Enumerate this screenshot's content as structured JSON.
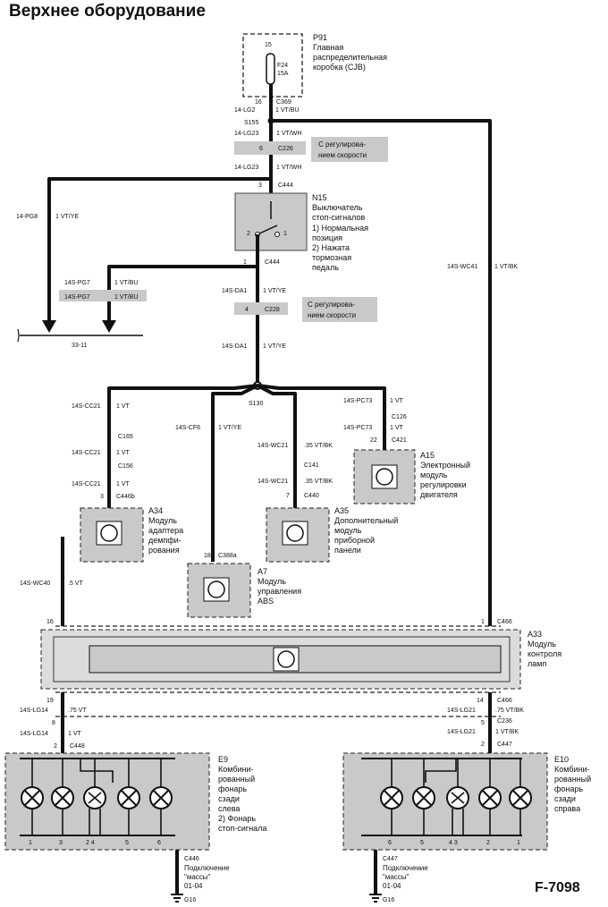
{
  "title": "Верхнее оборудование",
  "figure_id": "F-7098",
  "components": {
    "p91": {
      "ref": "P91",
      "name": [
        "Главная",
        "распределительная",
        "коробка (CJB)"
      ],
      "pin": "15",
      "fuse_id": "F24",
      "fuse_rating": "15A"
    },
    "n15": {
      "ref": "N15",
      "name": [
        "Выключатель",
        "стоп-сигналов"
      ],
      "states": [
        "1)   Нормальная",
        "      позиция",
        "2)   Нажата",
        "      тормозная",
        "      педаль"
      ],
      "pins": [
        "2",
        "1"
      ]
    },
    "a15": {
      "ref": "A15",
      "name": [
        "Электронный",
        "модуль",
        "регулировки",
        "двигателя"
      ]
    },
    "a34": {
      "ref": "A34",
      "name": [
        "Модуль",
        "адаптера",
        "демпфи-",
        "рования"
      ]
    },
    "a35": {
      "ref": "A35",
      "name": [
        "Дополнительный",
        "модуль",
        "приборной",
        "панели"
      ]
    },
    "a7": {
      "ref": "A7",
      "name": [
        "Модуль",
        "управления",
        "ABS"
      ]
    },
    "a33": {
      "ref": "A33",
      "name": [
        "Модуль",
        "контроля",
        "ламп"
      ]
    },
    "e9": {
      "ref": "E9",
      "name": [
        "Комбини-",
        "рованный",
        "фонарь",
        "сзади",
        "слева"
      ],
      "note": [
        "2)   Фонарь",
        "      стоп-сигнала"
      ],
      "pins": [
        "1",
        "3",
        "2  4",
        "5",
        "6"
      ]
    },
    "e10": {
      "ref": "E10",
      "name": [
        "Комбини-",
        "рованный",
        "фонарь",
        "сзади",
        "справа"
      ],
      "pins": [
        "6",
        "5",
        "4  3",
        "2",
        "1"
      ]
    }
  },
  "bus_ref": "33-11",
  "cruise_note": [
    "С регулирова-",
    "нием скорости"
  ],
  "ground": {
    "e9": [
      "Подключение",
      "\"массы\"",
      "01-04"
    ],
    "e10": [
      "Подключение",
      "\"массы\"",
      "01-04"
    ],
    "ref": "G16"
  },
  "connectors": {
    "c369": "C369",
    "s155": "S155",
    "c226": "C226",
    "c444a": "C444",
    "c444b": "C444",
    "c228": "C228",
    "s130": "S130",
    "c165": "C165",
    "c156": "C156",
    "c446b": "C446b",
    "c126": "C126",
    "c421": "C421",
    "c141": "C141",
    "c440": "C440",
    "c388a": "C388a",
    "c466a": "C466",
    "c466b": "C466",
    "c236": "C236",
    "c448": "C448",
    "c447": "C447",
    "c446g": "C446",
    "c447g": "C447"
  },
  "pin_numbers": {
    "p91_bottom": "16",
    "c226": "6",
    "c444a": "3",
    "c444b": "1",
    "c228": "4",
    "c446b": "3",
    "c421": "22",
    "c440": "7",
    "c388a": "18",
    "a33_left": "16",
    "a33_right": "1",
    "a33_bl": "19",
    "a33_br": "14",
    "c236_l": "8",
    "c236_r": "5",
    "c448": "2",
    "c447": "2"
  },
  "wires": {
    "lg2": "14-LG2",
    "lg2c": "1 VT/BU",
    "lg23a": "14-LG23",
    "lg23ac": "1 VT/WH",
    "lg23b": "14-LG23",
    "lg23bc": "1 VT/WH",
    "pg8": "14-PG8",
    "pg8c": "1 VT/YE",
    "pg7": "14S-PG7",
    "pg7c": "1 VT/BU",
    "pg7b": "14S-PG7",
    "pg7bc": "1 VT/BU",
    "da1a": "14S-DA1",
    "da1ac": "1 VT/YE",
    "da1b": "14S-DA1",
    "da1bc": "1 VT/YE",
    "wc41": "14S-WC41",
    "wc41c": "1 VT/BK",
    "cc21a": "14S-CC21",
    "cc21ac": "1 VT",
    "cc21b": "14S-CC21",
    "cc21bc": "1 VT",
    "cc21c": "14S-CC21",
    "cc21cc": "1 VT",
    "cf6": "14S-CF6",
    "cf6c": "1 VT/YE",
    "wc21a": "14S-WC21",
    "wc21ac": ".35 VT/BK",
    "wc21b": "14S-WC21",
    "wc21bc": ".35 VT/BK",
    "pc73a": "14S-PC73",
    "pc73ac": "1 VT",
    "pc73b": "14S-PC73",
    "pc73bc": "1 VT",
    "wc40": "14S-WC40",
    "wc40c": ".5 VT",
    "lg14a": "14S-LG14",
    "lg14ac": ".75 VT",
    "lg14b": "14S-LG14",
    "lg14bc": "1 VT",
    "lg21a": "14S-LG21",
    "lg21ac": ".75 VT/BK",
    "lg21b": "14S-LG21",
    "lg21bc": "1 VT/BK"
  }
}
